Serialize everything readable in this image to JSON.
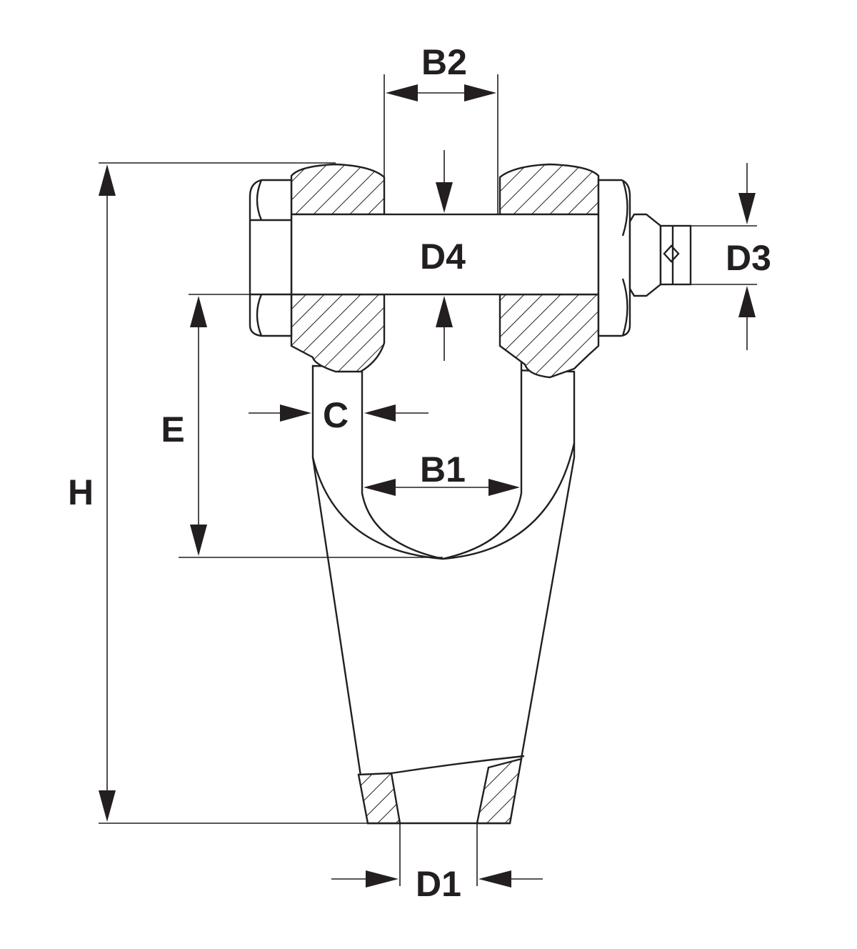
{
  "labels": {
    "b2": "B2",
    "d4": "D4",
    "d3": "D3",
    "c": "C",
    "e": "E",
    "b1": "B1",
    "h": "H",
    "d1": "D1"
  },
  "colors": {
    "ink": "#231f20",
    "background": "#ffffff"
  }
}
